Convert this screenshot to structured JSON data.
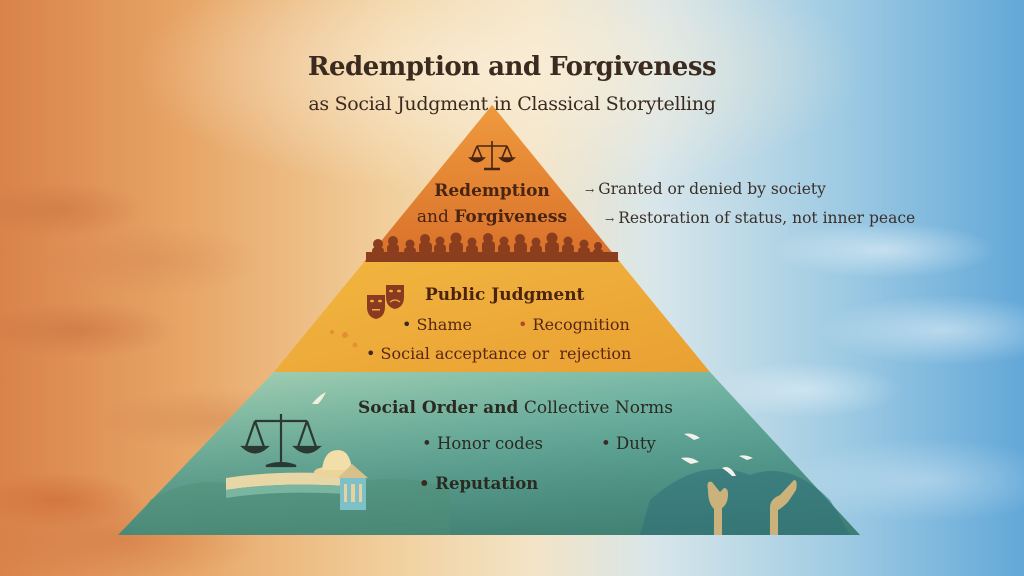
{
  "header": {
    "title": "Redemption and Forgiveness",
    "subtitle": "as Social Judgment in Classical Storytelling"
  },
  "pyramid": {
    "tiers": [
      {
        "level": "top",
        "title_line1": "Redemption",
        "title_line2_prefix": "and ",
        "title_line2_bold": "Forgiveness",
        "icon": "scales-of-justice-icon",
        "illustration": "crowd-silhouette",
        "color": "#e07a2e",
        "notes": [
          "Granted or denied by society",
          "Restoration of status, not inner peace"
        ]
      },
      {
        "level": "middle",
        "title": "Public Judgment",
        "icon": "theater-masks-icon",
        "color": "#efae3a",
        "items": [
          "Shame",
          "Recognition",
          "Social acceptance or  rejection"
        ]
      },
      {
        "level": "base",
        "title_bold": "Social Order and",
        "title_rest": " Collective Norms",
        "icons": [
          "scales-of-justice-icon",
          "book-icon",
          "hat-icon",
          "house-icon",
          "doves-icon",
          "raised-hands-icon"
        ],
        "color": "#5fa89a",
        "items": [
          "Honor codes",
          "Duty",
          "Reputation"
        ]
      }
    ]
  },
  "glyphs": {
    "bullet": "•",
    "arrow": "→"
  }
}
